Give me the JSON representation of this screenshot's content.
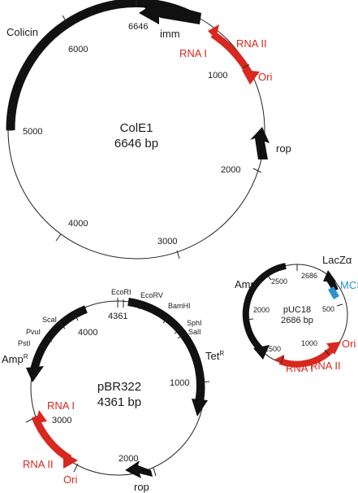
{
  "colors": {
    "black_feature": "#111111",
    "red_feature": "#d8281f",
    "mcs_blue": "#2a93cf",
    "outline": "#222222"
  },
  "cole1": {
    "name": "ColE1",
    "size": "6646 bp",
    "ticks": [
      "6646",
      "1000",
      "2000",
      "3000",
      "4000",
      "5000",
      "6000"
    ],
    "features": {
      "colicin": "Colicin",
      "imm": "imm",
      "rna2": "RNA II",
      "rna1": "RNA I",
      "ori": "Ori",
      "rop": "rop"
    }
  },
  "pbr322": {
    "name": "pBR322",
    "size": "4361 bp",
    "ticks": [
      "4361",
      "1000",
      "2000",
      "3000",
      "4000"
    ],
    "sites": [
      "EcoRI",
      "EcoRV",
      "BamHI",
      "SphI",
      "SalI",
      "ScaI",
      "PvuI",
      "PstI"
    ],
    "features": {
      "amp_r": "Amp",
      "tet_r": "Tet",
      "sup": "R",
      "rna1": "RNA I",
      "rna2": "RNA II",
      "ori": "Ori",
      "rop": "rop"
    }
  },
  "puc18": {
    "name": "pUC18",
    "size": "2686 bp",
    "ticks": [
      "2686",
      "500",
      "1000",
      "1500",
      "2000",
      "2500"
    ],
    "features": {
      "amp_r": "Amp",
      "sup": "R",
      "lacz": "LacZα",
      "mcs": "MCS",
      "rna1": "RNA I",
      "rna2": "RNA II",
      "ori": "Ori"
    }
  }
}
